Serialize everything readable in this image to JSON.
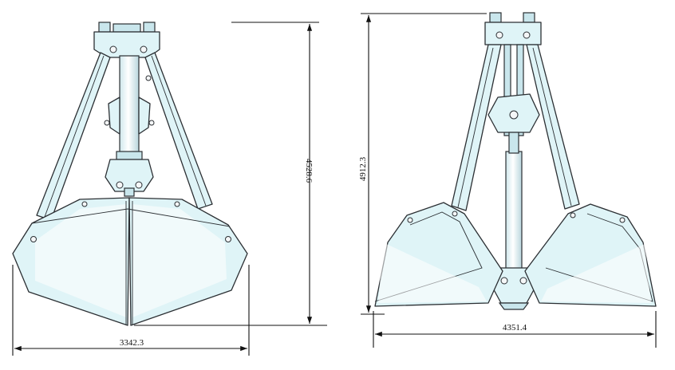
{
  "dimensions": {
    "closed_width": "3342.3",
    "closed_height": "4528.6",
    "open_height": "4912.3",
    "open_width": "4351.4"
  },
  "colors": {
    "steel_fill": "#dff4f7",
    "outline": "#2b2f33",
    "dimension_line": "#111111"
  }
}
